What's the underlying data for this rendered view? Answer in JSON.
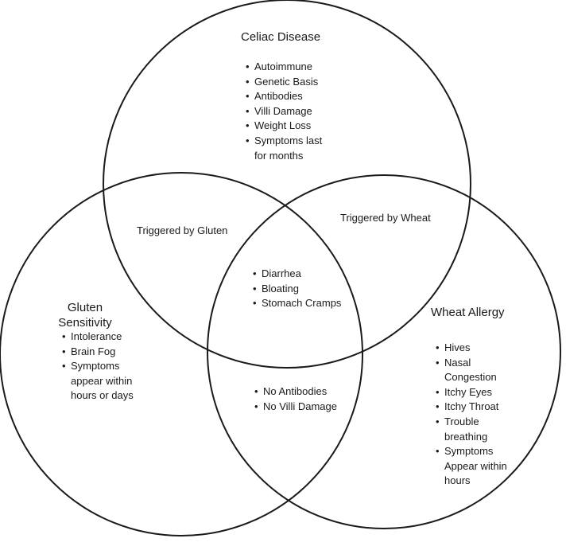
{
  "diagram": {
    "stroke_color": "#1a1a1a",
    "background": "#ffffff"
  },
  "celiac": {
    "title": "Celiac Disease",
    "items": [
      "Autoimmune",
      "Genetic Basis",
      "Antibodies",
      "Villi Damage",
      "Weight Loss",
      "Symptoms last for months"
    ]
  },
  "gluten": {
    "title": "Gluten Sensitivity",
    "items": [
      "Intolerance",
      "Brain Fog",
      "Symptoms appear within hours or days"
    ]
  },
  "wheat": {
    "title": "Wheat Allergy",
    "items": [
      "Hives",
      "Nasal Congestion",
      "Itchy Eyes",
      "Itchy Throat",
      "Trouble breathing",
      "Symptoms Appear within hours"
    ]
  },
  "overlaps": {
    "celiac_gluten": "Triggered by Gluten",
    "celiac_wheat": "Triggered by Wheat",
    "all_three": {
      "items": [
        "Diarrhea",
        "Bloating",
        "Stomach Cramps"
      ]
    },
    "gluten_wheat": {
      "items": [
        "No Antibodies",
        "No Villi Damage"
      ]
    }
  }
}
